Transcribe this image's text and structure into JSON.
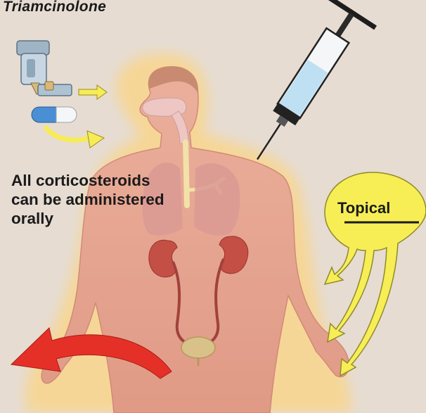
{
  "title": "Triamcinolone",
  "oral_note": "All corticosteroids\ncan be administered\norally",
  "topical_label": "Topical",
  "colors": {
    "background": "#e6dcd2",
    "glow": "#f6d38c",
    "body": "#e7a794",
    "arrow_yellow": "#f7ee56",
    "arrow_red": "#e8312c",
    "syringe_fluid": "#bfe0f2",
    "kidney": "#c5554b"
  },
  "icons": [
    "inhaler-icon",
    "capsule-icon",
    "syringe-icon",
    "red-arrow-icon",
    "topical-sun-icon"
  ]
}
